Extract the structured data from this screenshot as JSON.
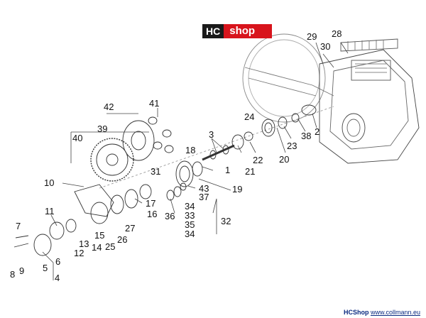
{
  "logo": {
    "left": "HC",
    "right": "shop",
    "colors": {
      "dark": "#1a1a1a",
      "red": "#d8141c"
    }
  },
  "footer": {
    "brand": "HCShop",
    "url": "www.collmann.eu"
  },
  "callouts": [
    {
      "id": "1",
      "text": "1"
    },
    {
      "id": "2",
      "text": "2"
    },
    {
      "id": "3",
      "text": "3"
    },
    {
      "id": "4",
      "text": "4"
    },
    {
      "id": "5",
      "text": "5"
    },
    {
      "id": "6",
      "text": "6"
    },
    {
      "id": "7",
      "text": "7"
    },
    {
      "id": "8",
      "text": "8"
    },
    {
      "id": "9",
      "text": "9"
    },
    {
      "id": "10",
      "text": "10"
    },
    {
      "id": "11",
      "text": "11"
    },
    {
      "id": "12",
      "text": "12"
    },
    {
      "id": "13",
      "text": "13"
    },
    {
      "id": "14",
      "text": "14"
    },
    {
      "id": "15",
      "text": "15"
    },
    {
      "id": "16",
      "text": "16"
    },
    {
      "id": "17",
      "text": "17"
    },
    {
      "id": "18",
      "text": "18"
    },
    {
      "id": "19",
      "text": "19"
    },
    {
      "id": "20",
      "text": "20"
    },
    {
      "id": "21",
      "text": "21"
    },
    {
      "id": "22",
      "text": "22"
    },
    {
      "id": "23",
      "text": "23"
    },
    {
      "id": "24",
      "text": "24"
    },
    {
      "id": "25",
      "text": "25"
    },
    {
      "id": "26",
      "text": "26"
    },
    {
      "id": "27",
      "text": "27"
    },
    {
      "id": "28",
      "text": "28"
    },
    {
      "id": "29",
      "text": "29"
    },
    {
      "id": "30",
      "text": "30"
    },
    {
      "id": "31",
      "text": "31"
    },
    {
      "id": "32",
      "text": "32"
    },
    {
      "id": "33",
      "text": "33"
    },
    {
      "id": "34a",
      "text": "34"
    },
    {
      "id": "34b",
      "text": "34"
    },
    {
      "id": "35",
      "text": "35"
    },
    {
      "id": "36",
      "text": "36"
    },
    {
      "id": "37",
      "text": "37"
    },
    {
      "id": "38",
      "text": "38"
    },
    {
      "id": "39",
      "text": "39"
    },
    {
      "id": "40",
      "text": "40"
    },
    {
      "id": "41",
      "text": "41"
    },
    {
      "id": "42",
      "text": "42"
    },
    {
      "id": "43",
      "text": "43"
    }
  ]
}
